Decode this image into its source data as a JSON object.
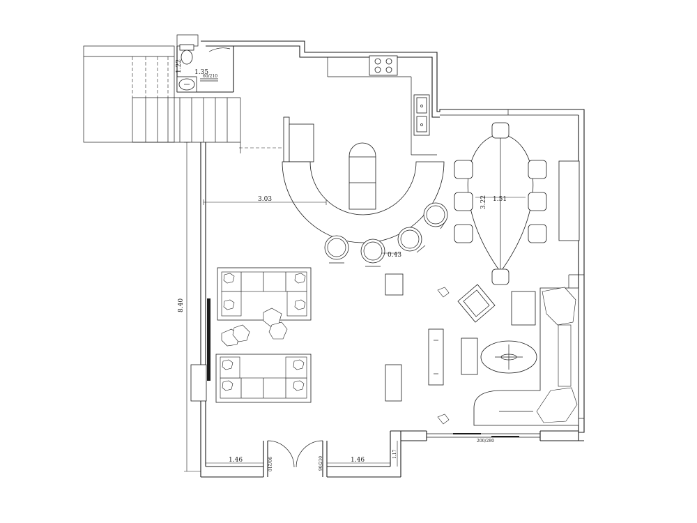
{
  "dimensions": {
    "bath_width": "1.22",
    "bath_length": "1.35",
    "bath_door": "60/210",
    "bar_span": "3.03",
    "total_height": "8.40",
    "dining_width": "1.51",
    "dining_length": "3.22",
    "stool_spacing": "0.43",
    "left_wall": "1.46",
    "right_wall": "1.46",
    "left_door": "90/210",
    "right_door": "90/210",
    "right_jamb": "1.17",
    "sliding_door": "200/280"
  }
}
